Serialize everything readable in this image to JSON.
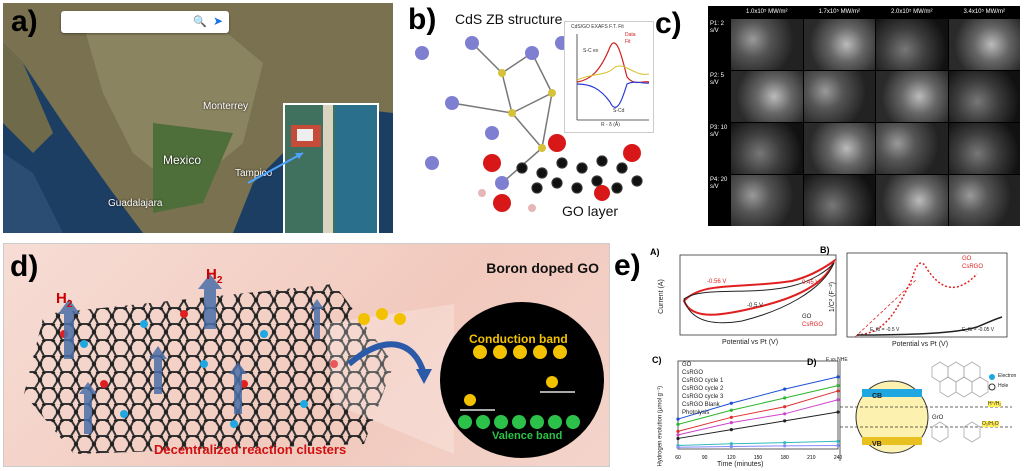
{
  "panels": {
    "a": {
      "label": "a)",
      "map_labels": {
        "country": "Mexico",
        "city_left": "Guadalajara",
        "city_mid": "Monterrey",
        "city_right": "Tampico"
      }
    },
    "b": {
      "label": "b)",
      "title": "CdS ZB structure",
      "layer_label": "GO layer",
      "inset": {
        "title": "CdS/GO EXAFS F.T. Fit",
        "legend": [
          "Data",
          "Fit"
        ],
        "annotation_top": "S-C ex",
        "annotation_bottom": "S-Cd",
        "xlabel": "R - δ (Å)"
      }
    },
    "c": {
      "label": "c)",
      "columns": [
        "1.0x10⁵ MW/m²",
        "1.7x10⁵ MW/m²",
        "2.0x10⁵ MW/m²",
        "3.4x10⁵ MW/m²"
      ],
      "rows": [
        "P1: 2 s/V",
        "P2: 5 s/V",
        "P3: 10 s/V",
        "P4: 20 s/V"
      ]
    },
    "d": {
      "label": "d)",
      "title": "Boron doped GO",
      "h2": "H",
      "h2_sub": "2",
      "conduction_band": "Conduction band",
      "valence_band": "Valence band",
      "caption": "Decentralized reaction clusters"
    },
    "e": {
      "label": "e)",
      "A": {
        "label": "A)",
        "xlabel": "Potential vs Pt (V)",
        "ylabel": "Current (A)",
        "annotations": [
          "-0.56 V",
          "0.45 V",
          "-0.5 V"
        ],
        "legend": [
          "GO",
          "CsRGO"
        ]
      },
      "B": {
        "label": "B)",
        "xlabel": "Potential vs Pt (V)",
        "ylabel": "1/C² (F⁻²)",
        "legend": [
          "GO",
          "CsRGO"
        ],
        "annotations": [
          "E_fb = -0.5 V",
          "E_fb = -0.05 V"
        ]
      },
      "C": {
        "label": "C)",
        "xlabel": "Time (minutes)",
        "ylabel": "Hydrogen evolution (µmol g⁻¹)",
        "legend": [
          "GO",
          "CsRGO",
          "CsRGO cycle 1",
          "CsRGO cycle 2",
          "CsRGO cycle 3",
          "CsRGO Blank",
          "Photolysis"
        ],
        "x_ticks": [
          "60",
          "90",
          "120",
          "150",
          "180",
          "210",
          "240"
        ]
      },
      "D": {
        "label": "D)",
        "labels": [
          "CB",
          "VB",
          "GrO",
          "H⁺/H₂",
          "O₂/H₂O",
          "Electron",
          "Hole",
          "E vs NHE"
        ]
      }
    }
  },
  "chart_data": [
    {
      "type": "line",
      "title": "",
      "xlabel": "Time (minutes)",
      "ylabel": "Hydrogen evolution (µmol g⁻¹)",
      "x": [
        60,
        120,
        180,
        240
      ],
      "ylim": [
        0,
        2500
      ],
      "series": [
        {
          "name": "GO",
          "values": [
            300,
            550,
            800,
            1050
          ]
        },
        {
          "name": "CsRGO",
          "values": [
            850,
            1300,
            1700,
            2050
          ]
        },
        {
          "name": "CsRGO cycle 1",
          "values": [
            700,
            1100,
            1450,
            1800
          ]
        },
        {
          "name": "CsRGO cycle 2",
          "values": [
            500,
            900,
            1200,
            1650
          ]
        },
        {
          "name": "CsRGO cycle 3",
          "values": [
            400,
            750,
            1000,
            1400
          ]
        },
        {
          "name": "CsRGO Blank",
          "values": [
            100,
            150,
            180,
            220
          ]
        },
        {
          "name": "Photolysis",
          "values": [
            50,
            70,
            90,
            100
          ]
        }
      ],
      "colors": [
        "#222222",
        "#1a4fd6",
        "#2cb52c",
        "#e03030",
        "#cc44cc",
        "#33bbbb",
        "#8888ff"
      ]
    }
  ]
}
